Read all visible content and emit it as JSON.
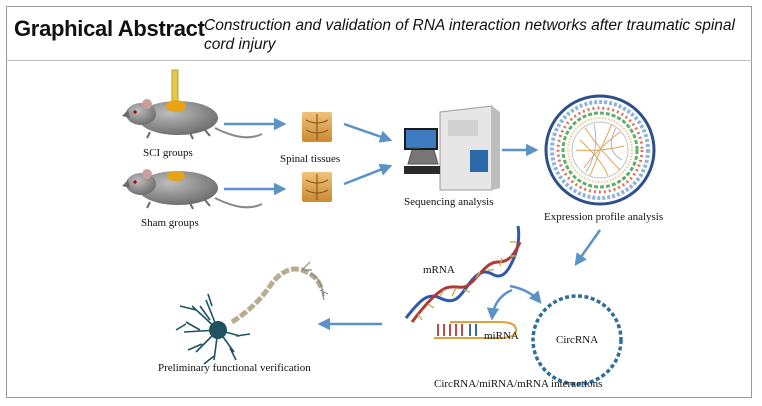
{
  "header": {
    "title": "Graphical Abstract",
    "subtitle": "Construction and validation of RNA interaction networks after traumatic spinal cord injury"
  },
  "nodes": {
    "sci_groups": "SCI groups",
    "sham_groups": "Sham groups",
    "spinal_tissues": "Spinal tissues",
    "sequencing": "Sequencing analysis",
    "expression": "Expression profile analysis",
    "mrna": "mRNA",
    "mirna": "miRNA",
    "circrna": "CircRNA",
    "interactions": "CircRNA/miRNA/mRNA interactions",
    "verification": "Preliminary functional verification"
  },
  "colors": {
    "arrow": "#5b93c7",
    "rat": "#8a8a8a",
    "lesion": "#e8a317",
    "tissue": "#d9a552",
    "dna_red": "#b03a3a",
    "dna_blue": "#2e5aa8",
    "circ": "#2e6f9e",
    "neuron": "#1f5263"
  }
}
